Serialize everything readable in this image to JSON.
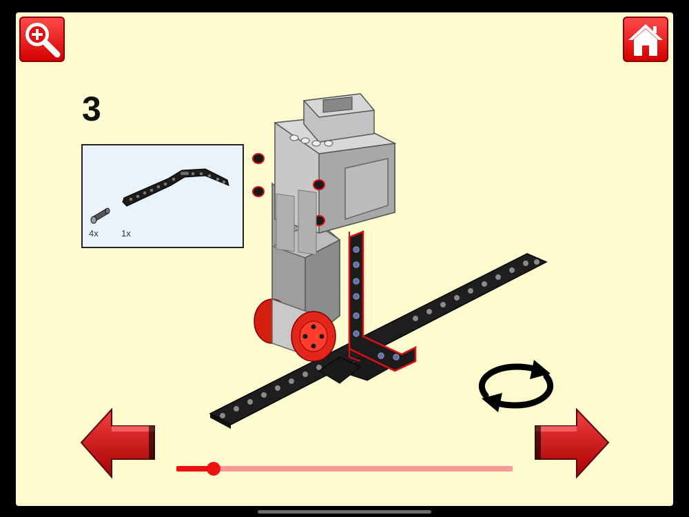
{
  "toolbar": {
    "zoom_icon": "zoom-in-icon",
    "home_icon": "home-icon"
  },
  "step": {
    "number": "3"
  },
  "parts": [
    {
      "name": "connector-pin",
      "count": "4x"
    },
    {
      "name": "angled-beam",
      "count": "1x"
    }
  ],
  "navigation": {
    "prev_icon": "arrow-left-icon",
    "next_icon": "arrow-right-icon",
    "rotate_icon": "rotate-icon"
  },
  "progress": {
    "fraction": 0.11
  },
  "colors": {
    "background": "#fefbcf",
    "accent": "#ee1111",
    "track": "#f69a9a",
    "parts_box": "#e8f3fb"
  }
}
